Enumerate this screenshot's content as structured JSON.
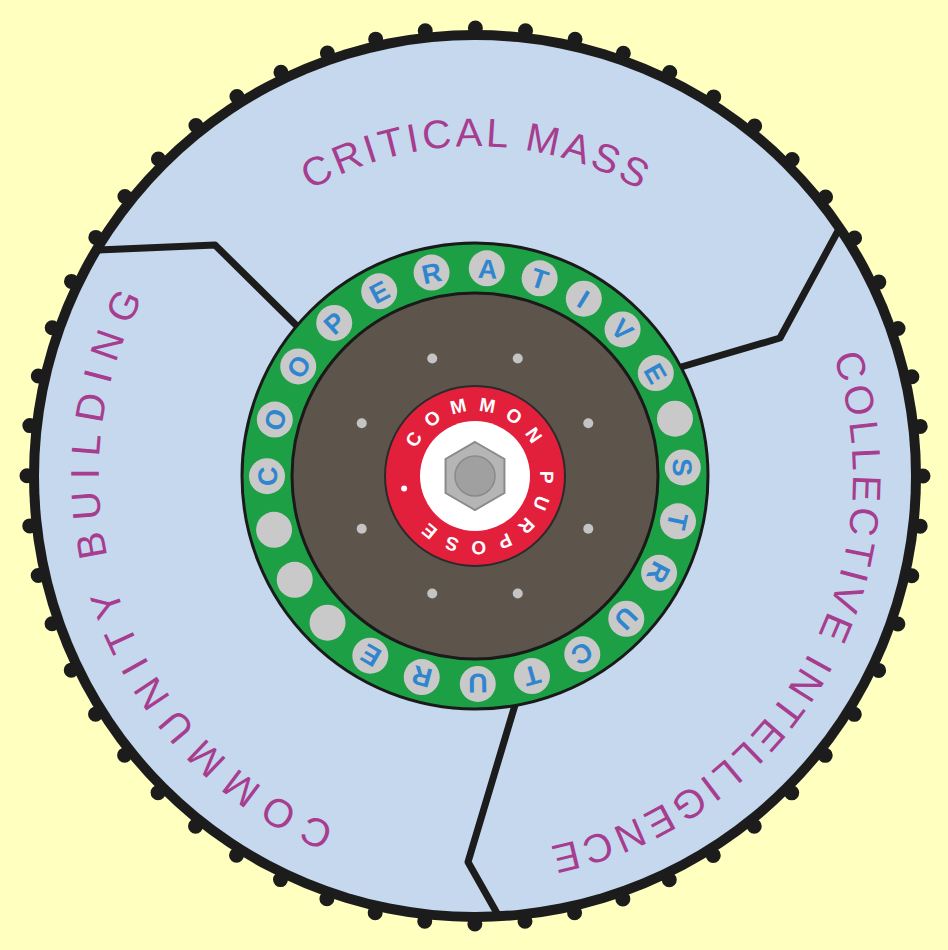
{
  "diagram": {
    "nodes": [
      {
        "text": [
          "CRITICAL MASS"
        ]
      },
      {
        "text": [
          "COLLECTIVE INTELLIGENCE"
        ]
      },
      {
        "text": [
          "COMMUNITY BUILDING"
        ]
      },
      {
        "text": [
          "COOPERATIVE STRUCTURE"
        ]
      },
      {
        "text": [
          "COMMON PURPOSE"
        ],
        "in": 3
      }
    ]
  }
}
